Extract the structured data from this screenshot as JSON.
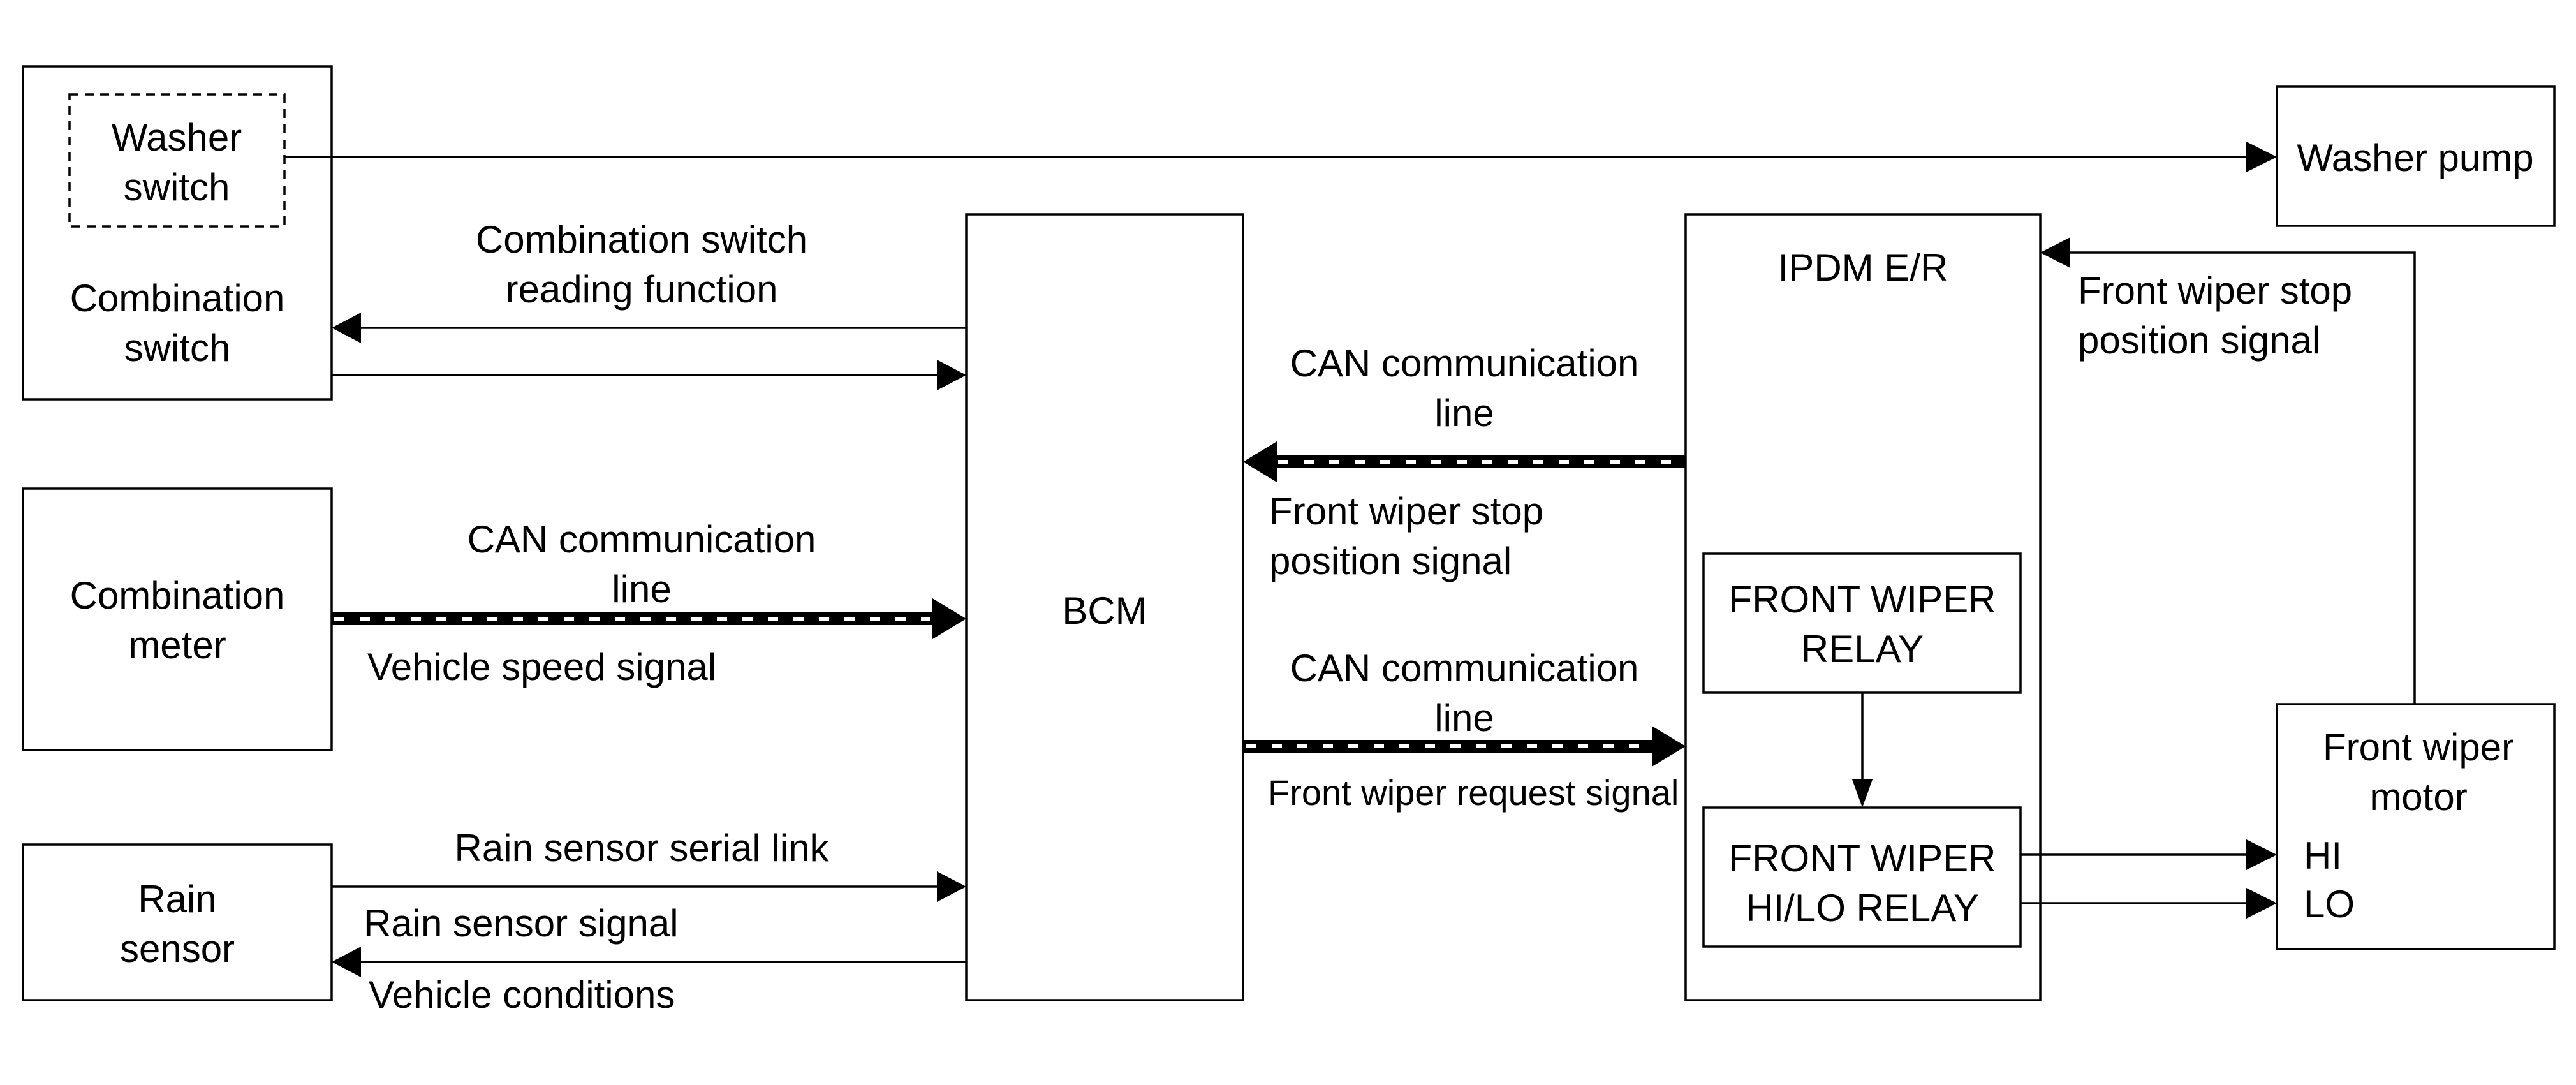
{
  "blocks": {
    "washer_switch": [
      "Washer",
      "switch"
    ],
    "combination_switch": [
      "Combination",
      "switch"
    ],
    "combination_meter": [
      "Combination",
      "meter"
    ],
    "rain_sensor": [
      "Rain",
      "sensor"
    ],
    "bcm": "BCM",
    "ipdm": "IPDM E/R",
    "front_wiper_relay": [
      "FRONT WIPER",
      "RELAY"
    ],
    "front_wiper_hilo_relay": [
      "FRONT WIPER",
      "HI/LO RELAY"
    ],
    "washer_pump": "Washer pump",
    "front_wiper_motor": [
      "Front wiper",
      "motor"
    ],
    "motor_hi": "HI",
    "motor_lo": "LO"
  },
  "signals": {
    "comb_switch_reading": [
      "Combination switch",
      "reading function"
    ],
    "can_meter": [
      "CAN communication",
      "line"
    ],
    "vehicle_speed": "Vehicle speed signal",
    "rain_serial": "Rain sensor serial link",
    "rain_signal": "Rain sensor signal",
    "vehicle_conditions": "Vehicle conditions",
    "can_ipdm_to_bcm": [
      "CAN communication",
      "line"
    ],
    "stop_pos_to_bcm": [
      "Front wiper stop",
      "position signal"
    ],
    "can_bcm_to_ipdm": [
      "CAN communication",
      "line"
    ],
    "wiper_request": "Front wiper request signal",
    "stop_pos_from_motor": [
      "Front wiper stop",
      "position signal"
    ]
  }
}
